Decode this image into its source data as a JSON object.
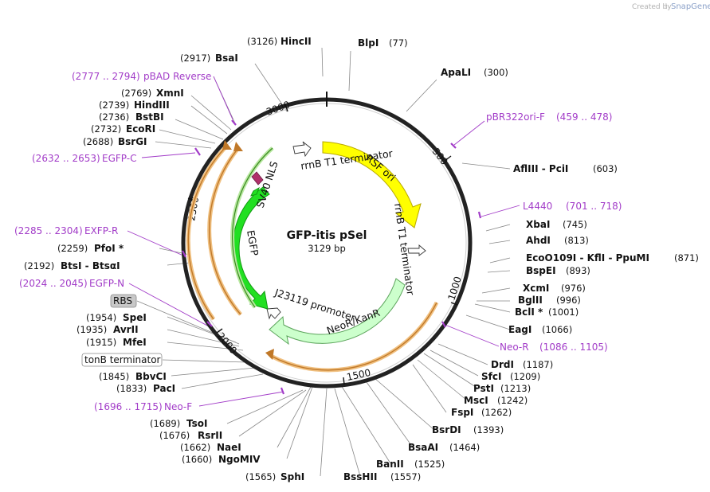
{
  "brand": {
    "created_by": "Created by",
    "app": "SnapGene"
  },
  "plasmid": {
    "name": "GFP-itis pSel",
    "length": "3129 bp"
  },
  "ticks": [
    "500",
    "1000",
    "1500",
    "2000",
    "2500",
    "3000"
  ],
  "features": {
    "rsf_ori": "RSF ori",
    "rrnb1": "rrnB T1 terminator",
    "rrnb_r1": "rrnB T1 terminator",
    "neo": "NeoR/KanR",
    "j23119": "J23119 promoter",
    "egfp": "EGFP",
    "sv40": "SV40 NLS"
  },
  "enzymes": [
    {
      "name": "HincII",
      "pos": "(3126)"
    },
    {
      "name": "BlpI",
      "pos": "(77)"
    },
    {
      "name": "BsaI",
      "pos": "(2917)"
    },
    {
      "name": "ApaLI",
      "pos": "(300)"
    },
    {
      "name": "XmnI",
      "pos": "(2769)"
    },
    {
      "name": "HindIII",
      "pos": "(2739)"
    },
    {
      "name": "BstBI",
      "pos": "(2736)"
    },
    {
      "name": "EcoRI",
      "pos": "(2732)"
    },
    {
      "name": "BsrGI",
      "pos": "(2688)"
    },
    {
      "name": "AflIII  - PciI",
      "pos": "(603)"
    },
    {
      "name": "XbaI",
      "pos": "(745)"
    },
    {
      "name": "AhdI",
      "pos": "(813)"
    },
    {
      "name": "EcoO109I  - KflI  - PpuMI",
      "pos": "(871)"
    },
    {
      "name": "BspEI",
      "pos": "(893)"
    },
    {
      "name": "XcmI",
      "pos": "(976)"
    },
    {
      "name": "BglII",
      "pos": "(996)"
    },
    {
      "name": "BclI *",
      "pos": "(1001)"
    },
    {
      "name": "EagI",
      "pos": "(1066)"
    },
    {
      "name": "DrdI",
      "pos": "(1187)"
    },
    {
      "name": "SfcI",
      "pos": "(1209)"
    },
    {
      "name": "PstI",
      "pos": "(1213)"
    },
    {
      "name": "MscI",
      "pos": "(1242)"
    },
    {
      "name": "FspI",
      "pos": "(1262)"
    },
    {
      "name": "BsrDI",
      "pos": "(1393)"
    },
    {
      "name": "BsaAI",
      "pos": "(1464)"
    },
    {
      "name": "BanII",
      "pos": "(1525)"
    },
    {
      "name": "BssHII",
      "pos": "(1557)"
    },
    {
      "name": "SphI",
      "pos": "(1565)"
    },
    {
      "name": "NgoMIV",
      "pos": "(1660)"
    },
    {
      "name": "NaeI",
      "pos": "(1662)"
    },
    {
      "name": "RsrII",
      "pos": "(1676)"
    },
    {
      "name": "TsoI",
      "pos": "(1689)"
    },
    {
      "name": "PacI",
      "pos": "(1833)"
    },
    {
      "name": "BbvCI",
      "pos": "(1845)"
    },
    {
      "name": "MfeI",
      "pos": "(1915)"
    },
    {
      "name": "AvrII",
      "pos": "(1935)"
    },
    {
      "name": "SpeI",
      "pos": "(1954)"
    },
    {
      "name": "PfoI *",
      "pos": "(2259)"
    },
    {
      "name": "BtsI  - BtsαI",
      "pos": "(2192)"
    }
  ],
  "primers": [
    {
      "name": "pBAD Reverse",
      "range": "(2777 .. 2794)"
    },
    {
      "name": "EGFP-C",
      "range": "(2632 .. 2653)"
    },
    {
      "name": "pBR322ori-F",
      "range": "(459 .. 478)"
    },
    {
      "name": "L4440",
      "range": "(701 .. 718)"
    },
    {
      "name": "Neo-R",
      "range": "(1086 .. 1105)"
    },
    {
      "name": "Neo-F",
      "range": "(1696 .. 1715)"
    },
    {
      "name": "EXFP-R",
      "range": "(2285 .. 2304)"
    },
    {
      "name": "EGFP-N",
      "range": "(2024 .. 2045)"
    }
  ],
  "boxed": {
    "rbs": "RBS",
    "tonb": "tonB terminator"
  }
}
